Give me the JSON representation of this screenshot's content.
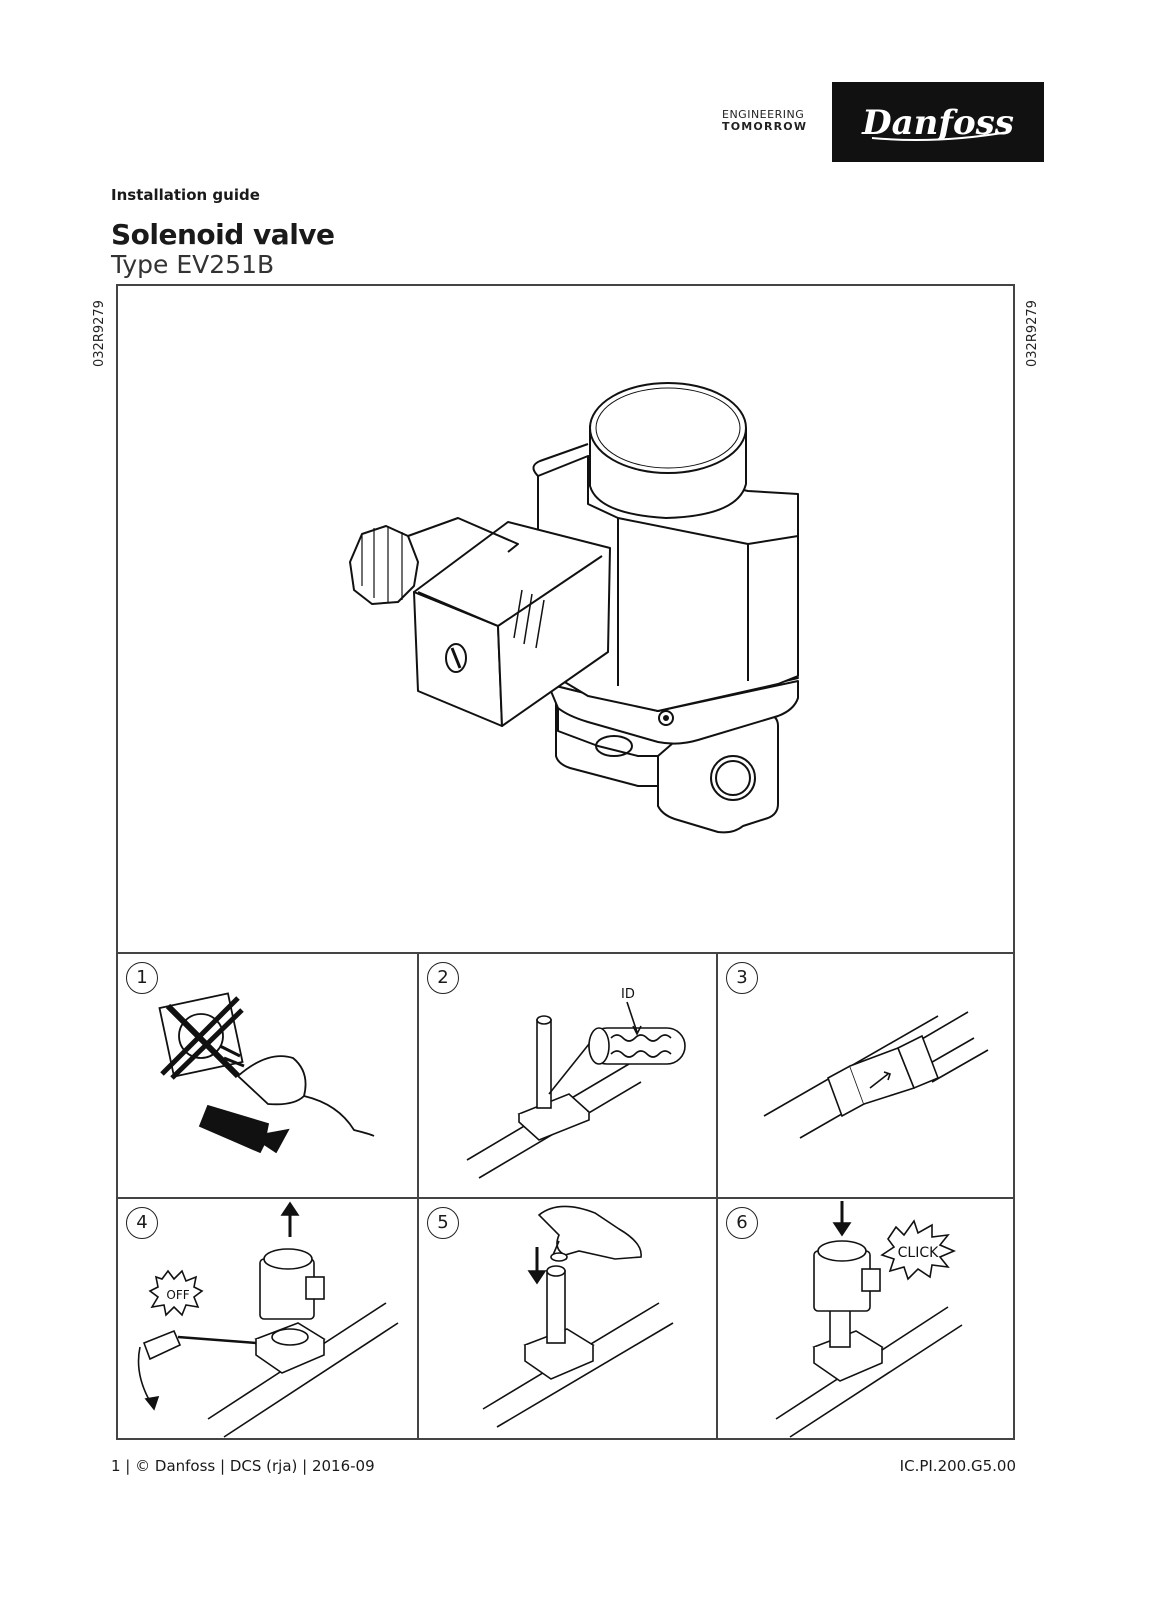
{
  "header": {
    "tagline_line1": "ENGINEERING",
    "tagline_line2": "TOMORROW",
    "brand": "Danfoss"
  },
  "document": {
    "type_label": "Installation guide",
    "title": "Solenoid valve",
    "subtitle": "Type EV251B",
    "side_code": "032R9279"
  },
  "steps": [
    {
      "number": "1",
      "icon": "unplug-power-icon",
      "label": ""
    },
    {
      "number": "2",
      "icon": "armature-tube-id-icon",
      "label": "ID"
    },
    {
      "number": "3",
      "icon": "flow-direction-pipe-icon",
      "label": ""
    },
    {
      "number": "4",
      "icon": "remove-coil-icon",
      "label": "OFF"
    },
    {
      "number": "5",
      "icon": "insert-armature-icon",
      "label": ""
    },
    {
      "number": "6",
      "icon": "mount-coil-icon",
      "label": "CLICK"
    }
  ],
  "footer": {
    "left": "1 | © Danfoss | DCS (rja) | 2016-09",
    "right": "IC.PI.200.G5.00"
  },
  "colors": {
    "frame": "#444444",
    "logo_bg": "#111111",
    "text": "#1a1a1a"
  }
}
